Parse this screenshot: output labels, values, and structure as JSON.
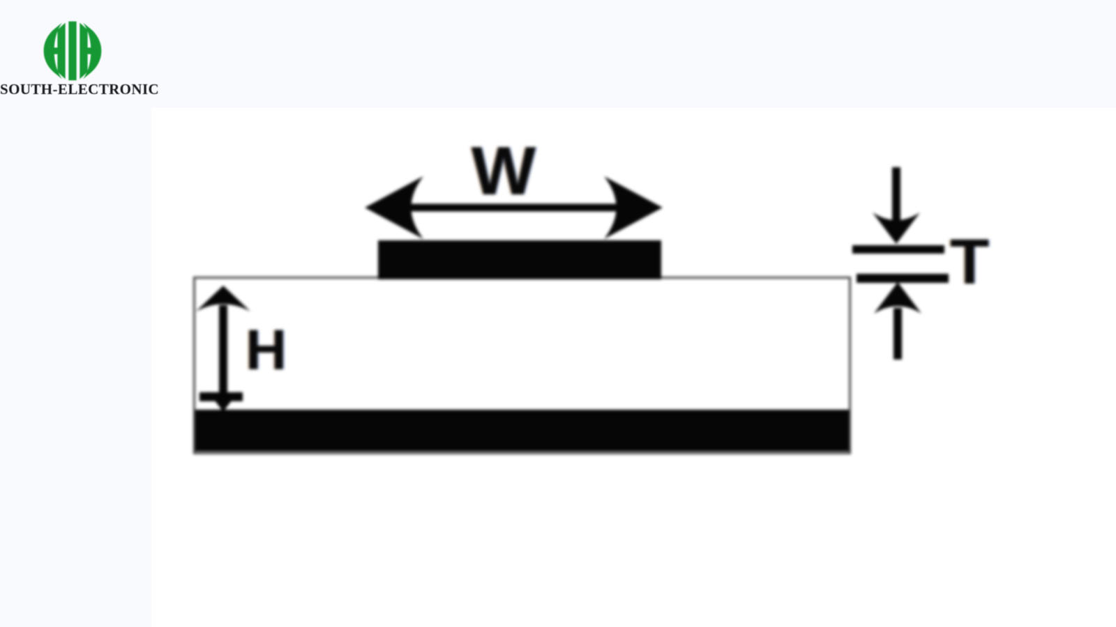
{
  "page": {
    "background": "#ffffff",
    "panel_color": "#f9fafd"
  },
  "brand": {
    "name": "SOUTH-ELECTRONIC",
    "logo_icon": "hh-monogram",
    "logo_color": "#169934",
    "text_color": "#17181c"
  },
  "diagram": {
    "figure": "microstrip-cross-section",
    "labels": {
      "trace_width": "W",
      "substrate_height": "H",
      "trace_thickness": "T"
    },
    "colors": {
      "conductor": "#060606",
      "substrate_fill": "#ffffff",
      "outline": "#414141"
    }
  }
}
